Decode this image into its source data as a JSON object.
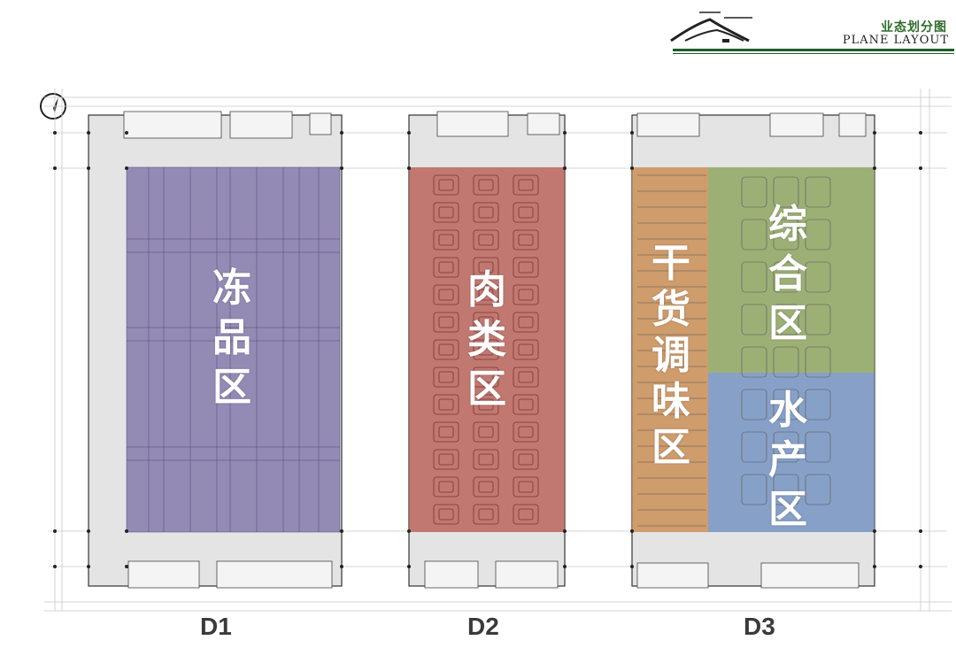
{
  "header": {
    "title_cn": "业态划分图",
    "title_en": "PLANE LAYOUT"
  },
  "colors": {
    "frozen": "#7e72a8",
    "meat": "#b65a4f",
    "dry": "#c98a4e",
    "general": "#8aa35a",
    "aquatic": "#6f8fbf",
    "corridor": "#e4e4e4",
    "brand_green": "#1f5c2a"
  },
  "buildings": [
    {
      "label": "D1",
      "zones": [
        {
          "id": "frozen",
          "name": "冻品区",
          "chars": [
            "冻",
            "品",
            "区"
          ]
        }
      ]
    },
    {
      "label": "D2",
      "zones": [
        {
          "id": "meat",
          "name": "肉类区",
          "chars": [
            "肉",
            "类",
            "区"
          ]
        }
      ]
    },
    {
      "label": "D3",
      "zones": [
        {
          "id": "dry",
          "name": "干货调味区",
          "chars": [
            "干",
            "货",
            "调",
            "味",
            "区"
          ]
        },
        {
          "id": "general",
          "name": "综合区",
          "chars": [
            "综",
            "合",
            "区"
          ]
        },
        {
          "id": "aquatic",
          "name": "水产区",
          "chars": [
            "水",
            "产",
            "区"
          ]
        }
      ]
    }
  ],
  "icons": {
    "compass": "north-arrow-icon",
    "logo": "mountain-logo-icon"
  }
}
